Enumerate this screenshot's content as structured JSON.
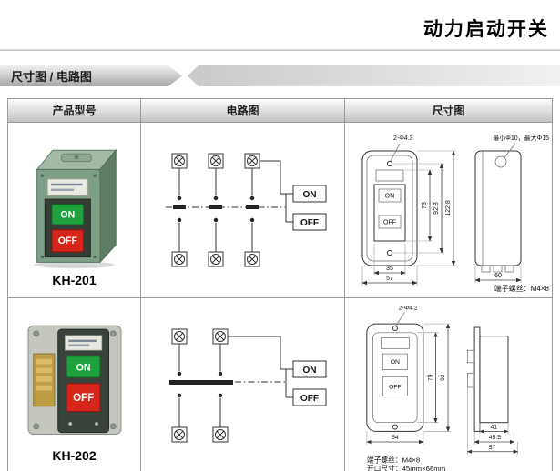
{
  "page": {
    "title": "动力启动开关"
  },
  "banner": {
    "label": "尺寸图 / 电路图"
  },
  "table": {
    "col_model": "产品型号",
    "col_circuit": "电路图",
    "col_dims": "尺寸图"
  },
  "products": [
    {
      "model": "KH-201",
      "buttons": {
        "on": "ON",
        "off": "OFF"
      },
      "circuit": {
        "on_label": "ON",
        "off_label": "OFF"
      },
      "dims": {
        "top_hole": "2-Φ4.3",
        "knockout": "最小Φ10，最大Φ15",
        "h_inner": "73",
        "h_mid": "92.8",
        "h_outer": "122.8",
        "w_inner": "35",
        "w_outer": "57",
        "side_width": "60",
        "note_screw": "端子螺丝：M4×8"
      }
    },
    {
      "model": "KH-202",
      "buttons": {
        "on": "ON",
        "off": "OFF"
      },
      "circuit": {
        "on_label": "ON",
        "off_label": "OFF"
      },
      "dims": {
        "top_hole": "2-Φ4.2",
        "h_inner": "79",
        "h_outer": "92",
        "w_outer": "54",
        "side_a": "41",
        "side_b": "45.5",
        "side_width": "57",
        "note_screw": "端子螺丝：M4×8",
        "note_opening": "开口尺寸：45mm×66mm"
      }
    }
  ],
  "colors": {
    "on_green": "#1ea23e",
    "off_red": "#d6251b",
    "body_green": "#7f9e86"
  }
}
